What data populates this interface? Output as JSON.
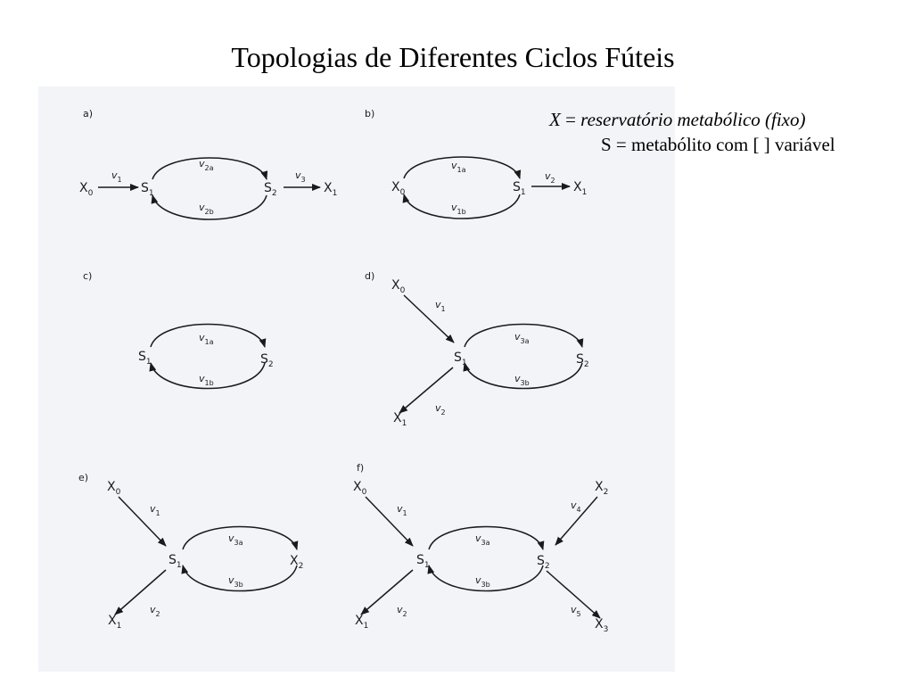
{
  "title": "Topologias de Diferentes Ciclos Fúteis",
  "legend": {
    "line1_var": "X",
    "line1_eq": " = ",
    "line1_desc": "reservatório metabólico (fixo)",
    "line2": "S = metabólito com [ ] variável"
  },
  "figure": {
    "panels": [
      {
        "label": "a)",
        "nodes": [
          {
            "id": "X0",
            "base": "X",
            "sub": "0"
          },
          {
            "id": "S1",
            "base": "S",
            "sub": "1"
          },
          {
            "id": "S2",
            "base": "S",
            "sub": "2"
          },
          {
            "id": "X1",
            "base": "X",
            "sub": "1"
          }
        ],
        "rates": [
          {
            "id": "v1",
            "base": "v",
            "sub": "1"
          },
          {
            "id": "v2a",
            "base": "v",
            "sub": "2a"
          },
          {
            "id": "v2b",
            "base": "v",
            "sub": "2b"
          },
          {
            "id": "v3",
            "base": "v",
            "sub": "3"
          }
        ]
      },
      {
        "label": "b)",
        "nodes": [
          {
            "id": "X0",
            "base": "X",
            "sub": "0"
          },
          {
            "id": "S1",
            "base": "S",
            "sub": "1"
          },
          {
            "id": "X1",
            "base": "X",
            "sub": "1"
          }
        ],
        "rates": [
          {
            "id": "v1a",
            "base": "v",
            "sub": "1a"
          },
          {
            "id": "v1b",
            "base": "v",
            "sub": "1b"
          },
          {
            "id": "v2",
            "base": "v",
            "sub": "2"
          }
        ]
      },
      {
        "label": "c)",
        "nodes": [
          {
            "id": "S1",
            "base": "S",
            "sub": "1"
          },
          {
            "id": "S2",
            "base": "S",
            "sub": "2"
          }
        ],
        "rates": [
          {
            "id": "v1a",
            "base": "v",
            "sub": "1a"
          },
          {
            "id": "v1b",
            "base": "v",
            "sub": "1b"
          }
        ]
      },
      {
        "label": "d)",
        "nodes": [
          {
            "id": "X0",
            "base": "X",
            "sub": "0"
          },
          {
            "id": "S1",
            "base": "S",
            "sub": "1"
          },
          {
            "id": "S2",
            "base": "S",
            "sub": "2"
          },
          {
            "id": "X1",
            "base": "X",
            "sub": "1"
          }
        ],
        "rates": [
          {
            "id": "v1",
            "base": "v",
            "sub": "1"
          },
          {
            "id": "v3a",
            "base": "v",
            "sub": "3a"
          },
          {
            "id": "v3b",
            "base": "v",
            "sub": "3b"
          },
          {
            "id": "v2",
            "base": "v",
            "sub": "2"
          }
        ]
      },
      {
        "label": "e)",
        "nodes": [
          {
            "id": "X0",
            "base": "X",
            "sub": "0"
          },
          {
            "id": "S1",
            "base": "S",
            "sub": "1"
          },
          {
            "id": "X2",
            "base": "X",
            "sub": "2"
          },
          {
            "id": "X1",
            "base": "X",
            "sub": "1"
          }
        ],
        "rates": [
          {
            "id": "v1",
            "base": "v",
            "sub": "1"
          },
          {
            "id": "v3a",
            "base": "v",
            "sub": "3a"
          },
          {
            "id": "v3b",
            "base": "v",
            "sub": "3b"
          },
          {
            "id": "v2",
            "base": "v",
            "sub": "2"
          }
        ]
      },
      {
        "label": "f)",
        "nodes": [
          {
            "id": "X0",
            "base": "X",
            "sub": "0"
          },
          {
            "id": "S1",
            "base": "S",
            "sub": "1"
          },
          {
            "id": "S2",
            "base": "S",
            "sub": "2"
          },
          {
            "id": "X1",
            "base": "X",
            "sub": "1"
          },
          {
            "id": "X2",
            "base": "X",
            "sub": "2"
          },
          {
            "id": "X3",
            "base": "X",
            "sub": "3"
          }
        ],
        "rates": [
          {
            "id": "v1",
            "base": "v",
            "sub": "1"
          },
          {
            "id": "v3a",
            "base": "v",
            "sub": "3a"
          },
          {
            "id": "v3b",
            "base": "v",
            "sub": "3b"
          },
          {
            "id": "v2",
            "base": "v",
            "sub": "2"
          },
          {
            "id": "v4",
            "base": "v",
            "sub": "4"
          },
          {
            "id": "v5",
            "base": "v",
            "sub": "5"
          }
        ]
      }
    ]
  }
}
